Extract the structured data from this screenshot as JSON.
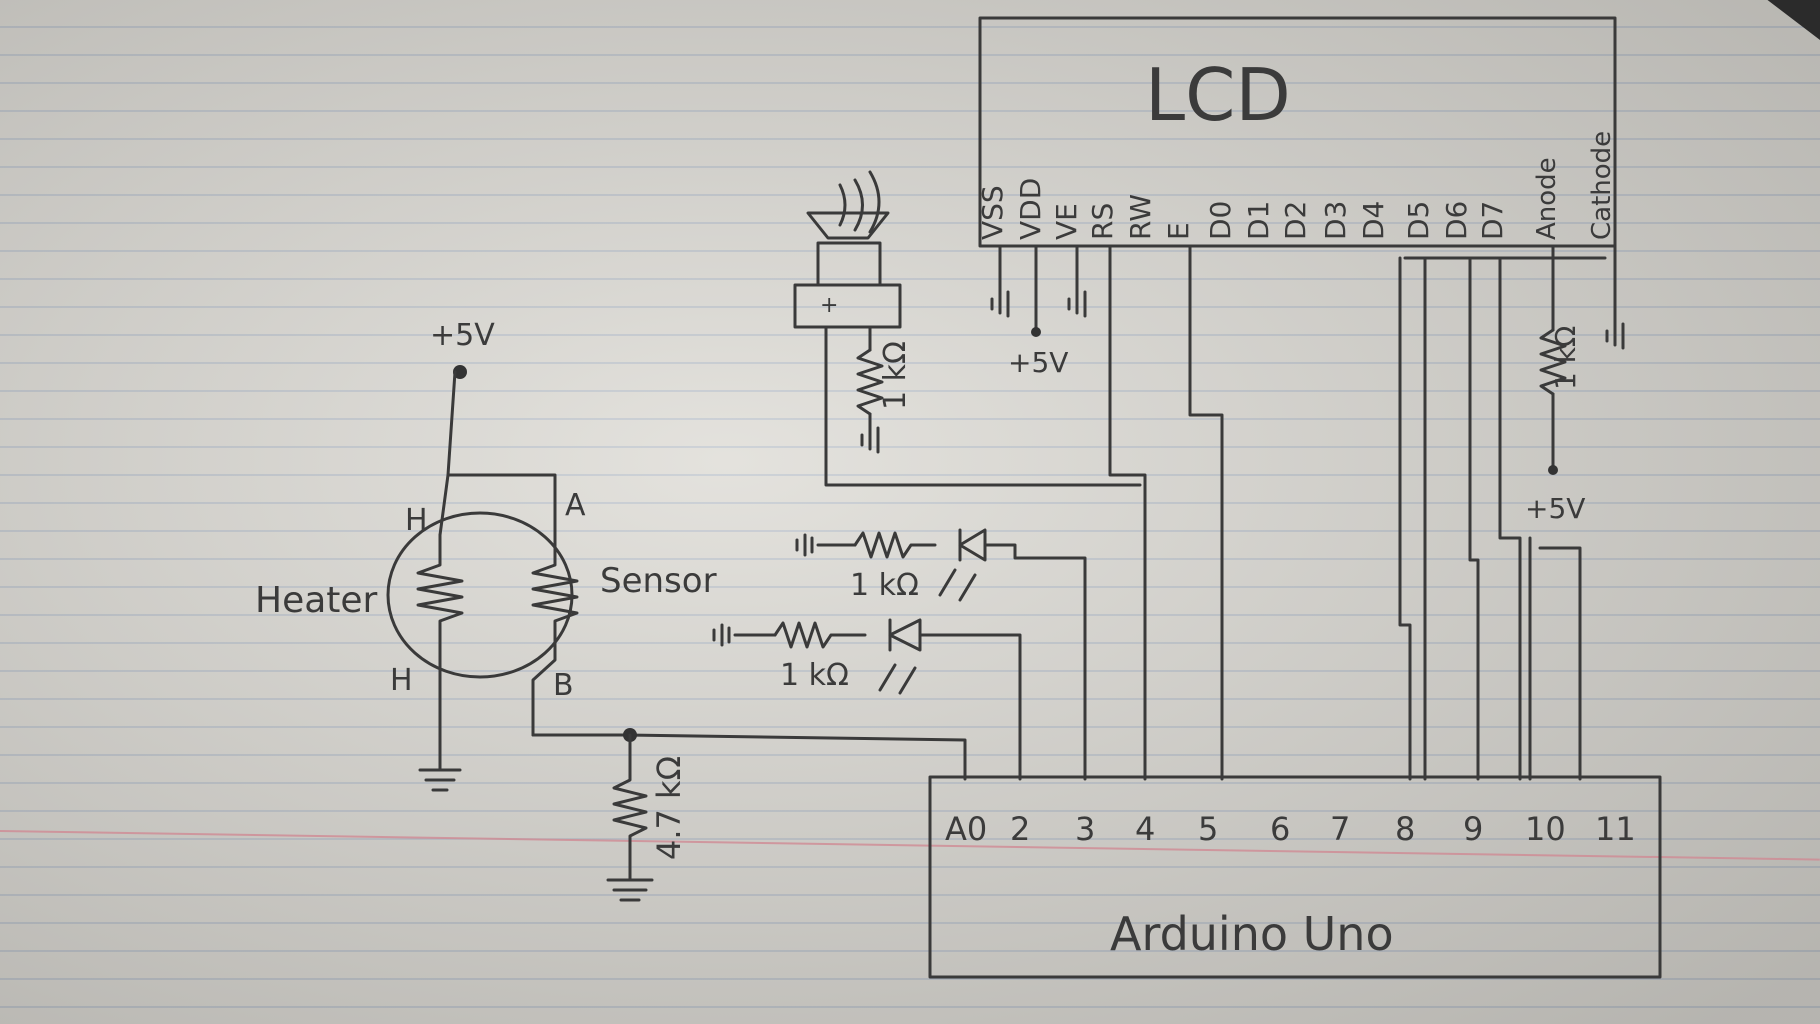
{
  "lcd": {
    "title": "LCD",
    "pins": [
      "VSS",
      "VDD",
      "VE",
      "RS",
      "RW",
      "E",
      "D0",
      "D1",
      "D2",
      "D3",
      "D4",
      "D5",
      "D6",
      "D7",
      "Anode",
      "Cathode"
    ]
  },
  "arduino": {
    "title": "Arduino Uno",
    "pins": [
      "A0",
      "2",
      "3",
      "4",
      "5",
      "6",
      "7",
      "8",
      "9",
      "10",
      "11"
    ]
  },
  "sensor": {
    "supply": "+5V",
    "heater_label": "Heater",
    "sensor_label": "Sensor",
    "pin_h_top": "H",
    "pin_h_bottom": "H",
    "pin_a": "A",
    "pin_b": "B",
    "load_resistor": "4.7 kΩ"
  },
  "buzzer": {
    "resistor": "1 kΩ"
  },
  "leds": {
    "led1_resistor": "1 kΩ",
    "led2_resistor": "1 kΩ"
  },
  "lcd_supply": {
    "vdd": "+5V"
  },
  "backlight": {
    "resistor": "1 kΩ",
    "supply": "+5V"
  }
}
